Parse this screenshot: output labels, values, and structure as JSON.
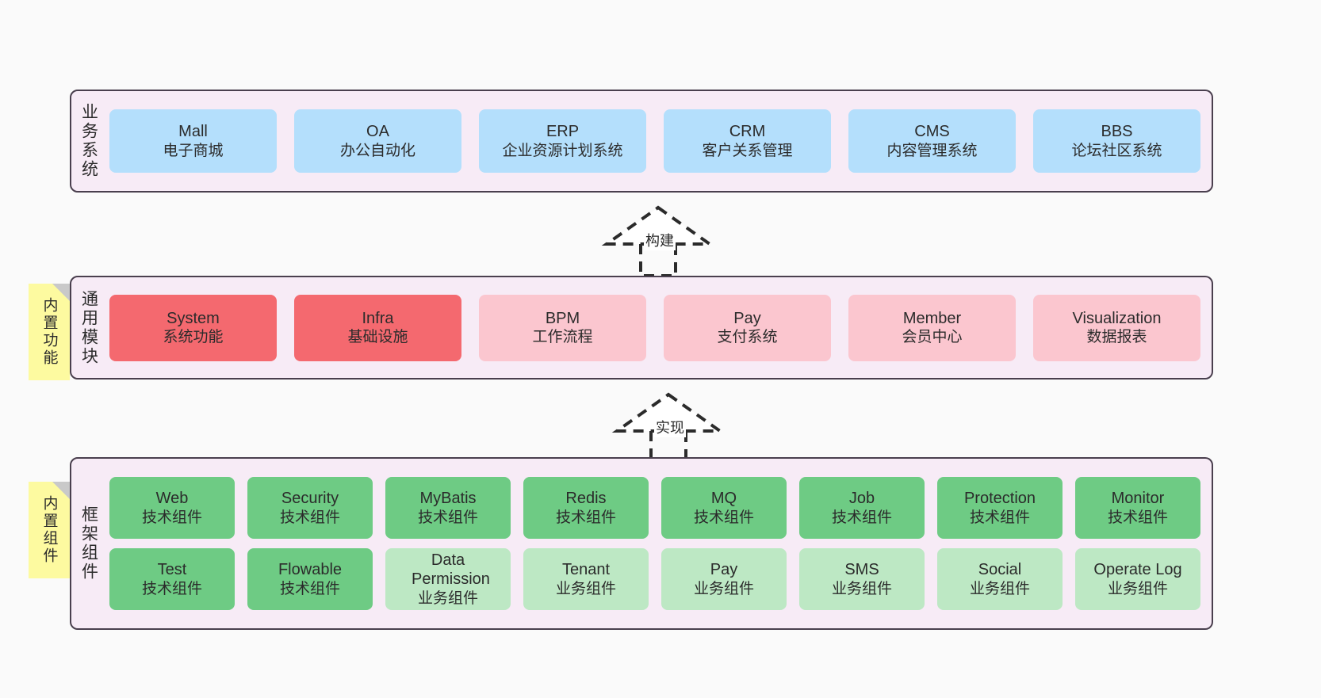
{
  "diagram": {
    "background_color": "#fafafa",
    "panel_color": "#f7ebf6",
    "panel_border_color": "#4a3f4e",
    "sticky_color": "#fdfaa0"
  },
  "layers": [
    {
      "id": "business-systems",
      "title": "业务系统",
      "sticky": null,
      "rows": [
        {
          "style": "biz",
          "color": "#b4dffc",
          "boxes": [
            {
              "name": "Mall",
              "desc": "电子商城"
            },
            {
              "name": "OA",
              "desc": "办公自动化"
            },
            {
              "name": "ERP",
              "desc": "企业资源计划系统"
            },
            {
              "name": "CRM",
              "desc": "客户关系管理"
            },
            {
              "name": "CMS",
              "desc": "内容管理系统"
            },
            {
              "name": "BBS",
              "desc": "论坛社区系统"
            }
          ]
        }
      ]
    },
    {
      "id": "common-modules",
      "title": "通用模块",
      "sticky": "内置功能",
      "rows": [
        {
          "style": "mixed",
          "boxes": [
            {
              "name": "System",
              "desc": "系统功能",
              "style": "core",
              "color": "#f4696f"
            },
            {
              "name": "Infra",
              "desc": "基础设施",
              "style": "core",
              "color": "#f4696f"
            },
            {
              "name": "BPM",
              "desc": "工作流程",
              "style": "mod",
              "color": "#fbc6cf"
            },
            {
              "name": "Pay",
              "desc": "支付系统",
              "style": "mod",
              "color": "#fbc6cf"
            },
            {
              "name": "Member",
              "desc": "会员中心",
              "style": "mod",
              "color": "#fbc6cf"
            },
            {
              "name": "Visualization",
              "desc": "数据报表",
              "style": "mod",
              "color": "#fbc6cf"
            }
          ]
        }
      ]
    },
    {
      "id": "framework-components",
      "title": "框架组件",
      "sticky": "内置组件",
      "rows": [
        {
          "style": "tech",
          "color": "#6ecb84",
          "boxes": [
            {
              "name": "Web",
              "desc": "技术组件"
            },
            {
              "name": "Security",
              "desc": "技术组件"
            },
            {
              "name": "MyBatis",
              "desc": "技术组件"
            },
            {
              "name": "Redis",
              "desc": "技术组件"
            },
            {
              "name": "MQ",
              "desc": "技术组件"
            },
            {
              "name": "Job",
              "desc": "技术组件"
            },
            {
              "name": "Protection",
              "desc": "技术组件"
            },
            {
              "name": "Monitor",
              "desc": "技术组件"
            }
          ]
        },
        {
          "style": "mixed2",
          "boxes": [
            {
              "name": "Test",
              "desc": "技术组件",
              "style": "tech",
              "color": "#6ecb84"
            },
            {
              "name": "Flowable",
              "desc": "技术组件",
              "style": "tech",
              "color": "#6ecb84"
            },
            {
              "name": "Data Permission",
              "desc": "业务组件",
              "style": "bizcomp",
              "color": "#bde8c4"
            },
            {
              "name": "Tenant",
              "desc": "业务组件",
              "style": "bizcomp",
              "color": "#bde8c4"
            },
            {
              "name": "Pay",
              "desc": "业务组件",
              "style": "bizcomp",
              "color": "#bde8c4"
            },
            {
              "name": "SMS",
              "desc": "业务组件",
              "style": "bizcomp",
              "color": "#bde8c4"
            },
            {
              "name": "Social",
              "desc": "业务组件",
              "style": "bizcomp",
              "color": "#bde8c4"
            },
            {
              "name": "Operate Log",
              "desc": "业务组件",
              "style": "bizcomp",
              "color": "#bde8c4"
            }
          ]
        }
      ]
    }
  ],
  "connectors": [
    {
      "id": "build",
      "label": "构建",
      "style": "dashed-hollow-triangle-up"
    },
    {
      "id": "implement",
      "label": "实现",
      "style": "dashed-hollow-triangle-up"
    }
  ]
}
